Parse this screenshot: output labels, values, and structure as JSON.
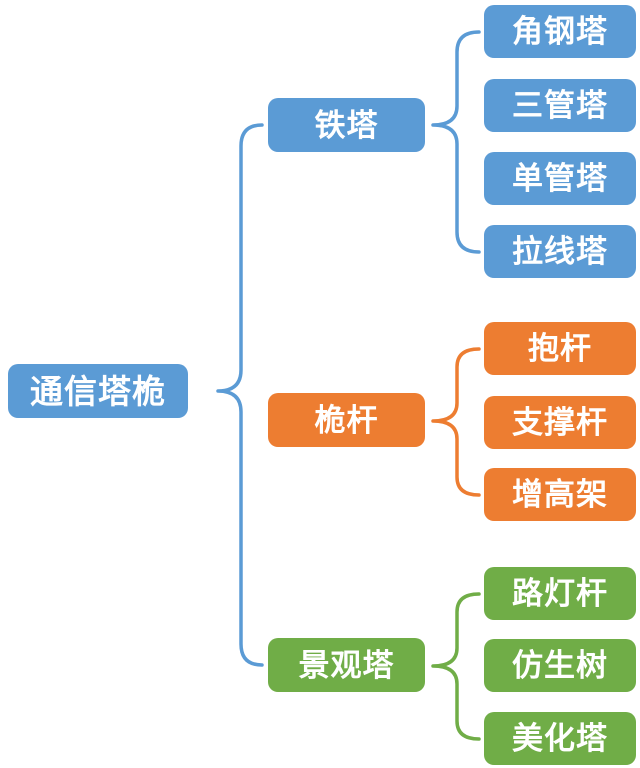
{
  "colors": {
    "blue": "#5B9BD5",
    "orange": "#ED7D31",
    "green": "#70AD47",
    "text": "#FFFFFF",
    "background": "#FFFFFF"
  },
  "diagram": {
    "type": "tree",
    "root": {
      "label": "通信塔桅",
      "color": "#5B9BD5"
    },
    "branches": [
      {
        "label": "铁塔",
        "color": "#5B9BD5",
        "children": [
          "角钢塔",
          "三管塔",
          "单管塔",
          "拉线塔"
        ]
      },
      {
        "label": "桅杆",
        "color": "#ED7D31",
        "children": [
          "抱杆",
          "支撑杆",
          "增高架"
        ]
      },
      {
        "label": "景观塔",
        "color": "#70AD47",
        "children": [
          "路灯杆",
          "仿生树",
          "美化塔"
        ]
      }
    ]
  }
}
